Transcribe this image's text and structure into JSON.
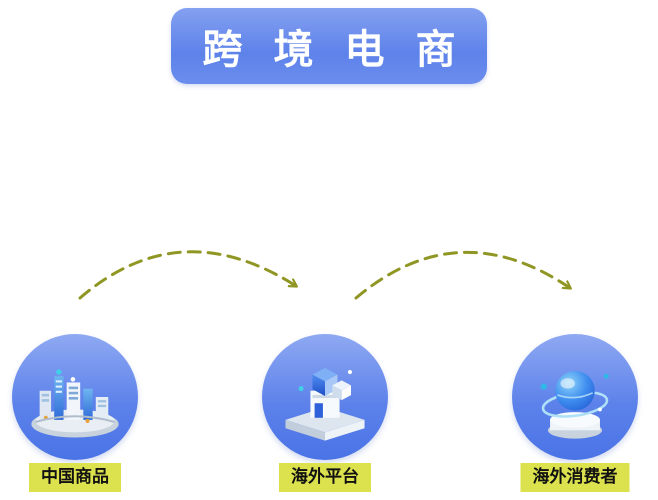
{
  "title": "跨 境 电 商",
  "nodes": [
    {
      "label": "中国商品",
      "icon": "china-city-illustration"
    },
    {
      "label": "海外平台",
      "icon": "overseas-platform-illustration"
    },
    {
      "label": "海外消费者",
      "icon": "overseas-consumer-illustration"
    }
  ],
  "arrows": [
    {
      "name": "flow-arrow-goods-to-platform"
    },
    {
      "name": "flow-arrow-platform-to-consumer"
    }
  ],
  "colors": {
    "title_background": "#5d82ea",
    "title_text": "#ffffff",
    "node_circle": "#5d82ea",
    "label_background": "#dce24e",
    "label_text": "#111111",
    "arrow": "#8f9623",
    "page_background": "#ffffff"
  }
}
